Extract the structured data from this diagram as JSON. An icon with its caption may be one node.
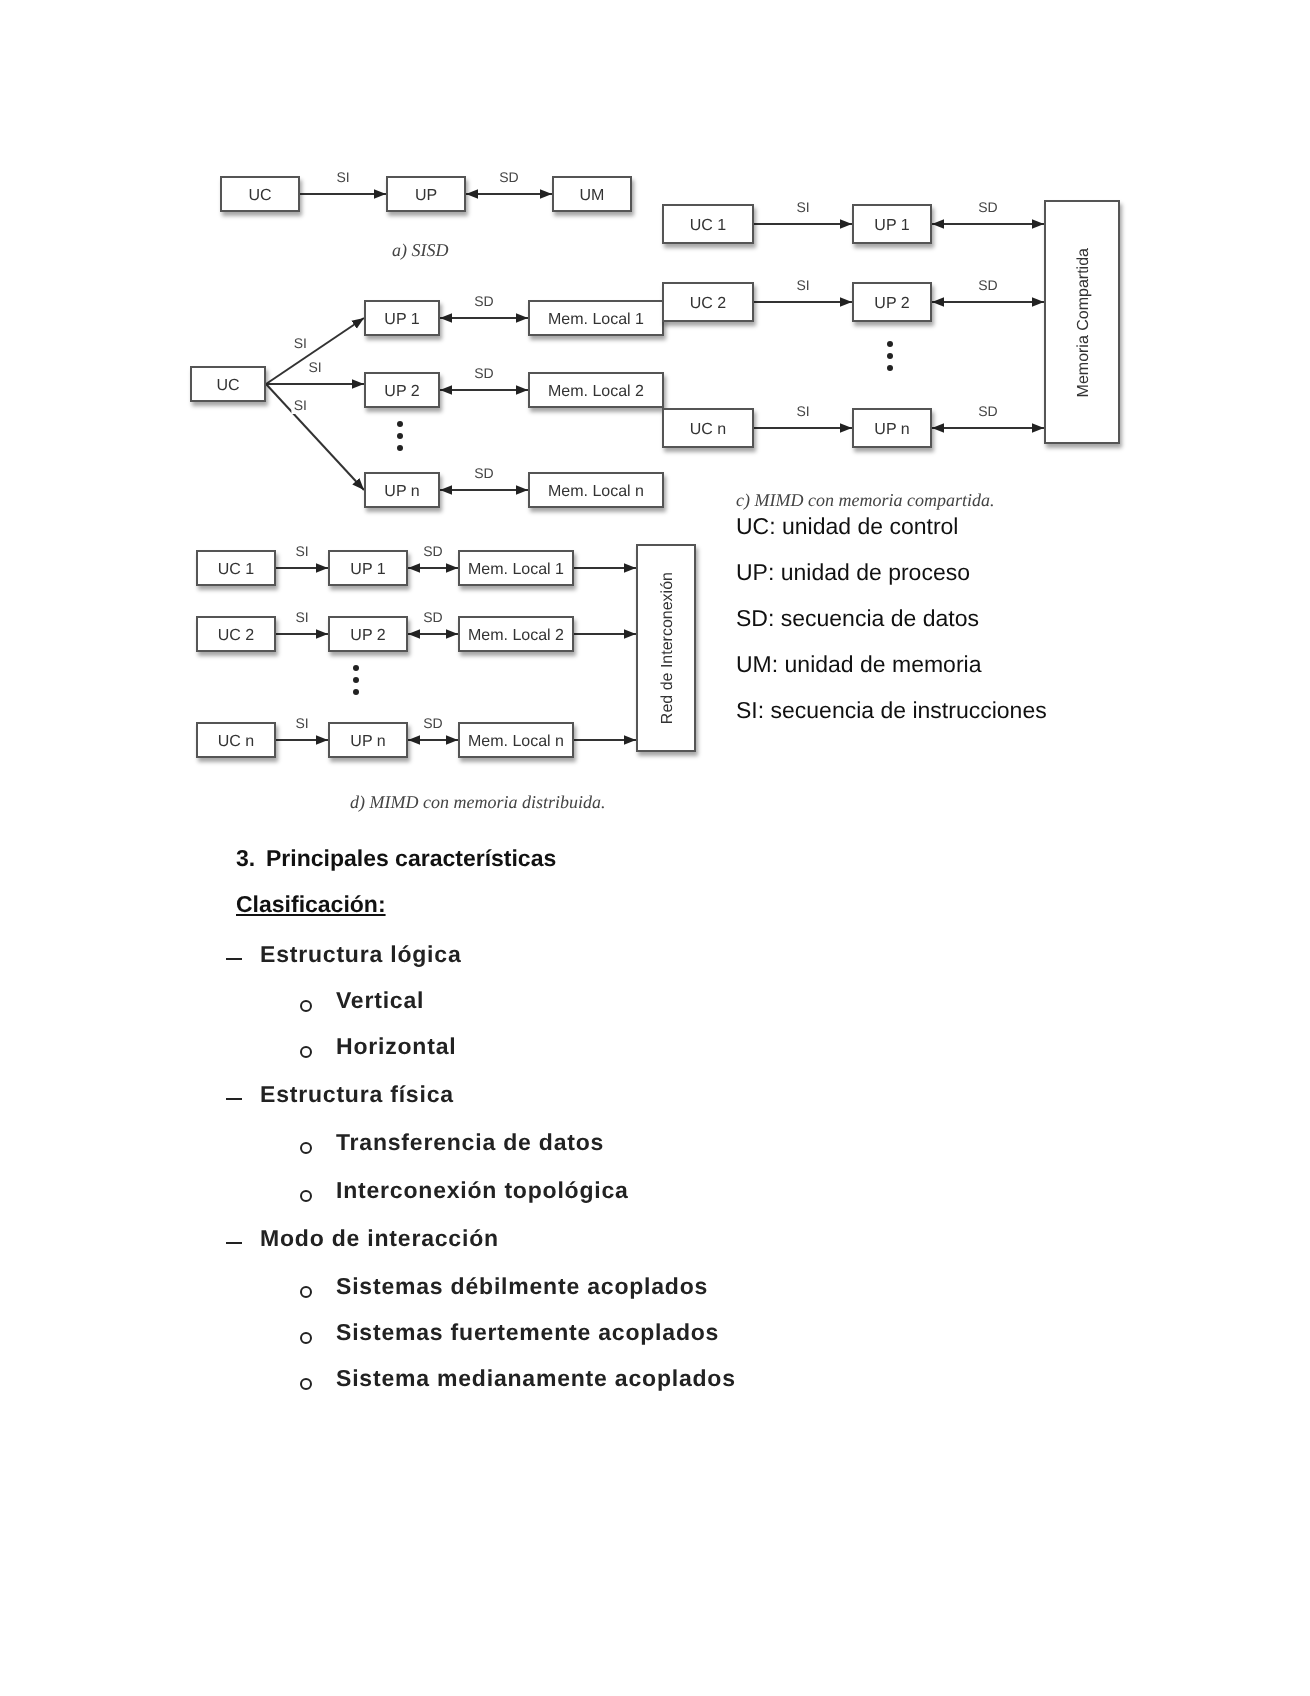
{
  "diagram": {
    "nodes": [
      {
        "text": [
          "UC"
        ]
      },
      {
        "text": [
          "UP"
        ]
      },
      {
        "text": [
          "UM"
        ]
      },
      {
        "text": [
          "UC"
        ]
      },
      {
        "text": [
          "UP 1"
        ]
      },
      {
        "text": [
          "UP 2"
        ]
      },
      {
        "text": [
          "UP n"
        ]
      },
      {
        "text": [
          "Mem. Local 1"
        ]
      },
      {
        "text": [
          "Mem. Local 2"
        ]
      },
      {
        "text": [
          "Mem. Local n"
        ]
      },
      {
        "text": [
          "UC 1"
        ]
      },
      {
        "text": [
          "UP 1"
        ]
      },
      {
        "text": [
          "UC 2"
        ]
      },
      {
        "text": [
          "UP 2"
        ]
      },
      {
        "text": [
          "UC n"
        ]
      },
      {
        "text": [
          "UP n"
        ]
      },
      {
        "text": [
          "Memoria Compartida"
        ]
      },
      {
        "text": [
          "UC 1"
        ]
      },
      {
        "text": [
          "UP 1"
        ]
      },
      {
        "text": [
          "Mem. Local 1"
        ]
      },
      {
        "text": [
          "UC 2"
        ]
      },
      {
        "text": [
          "UP 2"
        ]
      },
      {
        "text": [
          "Mem. Local 2"
        ]
      },
      {
        "text": [
          "UC n"
        ]
      },
      {
        "text": [
          "UP n"
        ]
      },
      {
        "text": [
          "Mem. Local n"
        ]
      },
      {
        "text": [
          "Red de Interconexión"
        ]
      }
    ],
    "edges": [
      {
        "from": 0,
        "to": 1,
        "arrow": "to",
        "label": "SI"
      },
      {
        "from": 1,
        "to": 2,
        "arrow": "both",
        "label": "SD"
      },
      {
        "from": 3,
        "to": 4,
        "arrow": "to",
        "label": "SI"
      },
      {
        "from": 3,
        "to": 5,
        "arrow": "to",
        "label": "SI"
      },
      {
        "from": 3,
        "to": 6,
        "arrow": "to",
        "label": "SI"
      },
      {
        "from": 4,
        "to": 7,
        "arrow": "both",
        "label": "SD"
      },
      {
        "from": 5,
        "to": 8,
        "arrow": "both",
        "label": "SD"
      },
      {
        "from": 6,
        "to": 9,
        "arrow": "both",
        "label": "SD"
      },
      {
        "from": 10,
        "to": 11,
        "arrow": "to",
        "label": "SI"
      },
      {
        "from": 11,
        "to": 16,
        "arrow": "both",
        "label": "SD"
      },
      {
        "from": 12,
        "to": 13,
        "arrow": "to",
        "label": "SI"
      },
      {
        "from": 13,
        "to": 16,
        "arrow": "both",
        "label": "SD"
      },
      {
        "from": 14,
        "to": 15,
        "arrow": "to",
        "label": "SI"
      },
      {
        "from": 15,
        "to": 16,
        "arrow": "both",
        "label": "SD"
      },
      {
        "from": 17,
        "to": 18,
        "arrow": "to",
        "label": "SI"
      },
      {
        "from": 18,
        "to": 19,
        "arrow": "both",
        "label": "SD"
      },
      {
        "from": 19,
        "to": 26,
        "arrow": "to"
      },
      {
        "from": 20,
        "to": 21,
        "arrow": "to",
        "label": "SI"
      },
      {
        "from": 21,
        "to": 22,
        "arrow": "both",
        "label": "SD"
      },
      {
        "from": 22,
        "to": 26,
        "arrow": "to"
      },
      {
        "from": 23,
        "to": 24,
        "arrow": "to",
        "label": "SI"
      },
      {
        "from": 24,
        "to": 25,
        "arrow": "both",
        "label": "SD"
      },
      {
        "from": 25,
        "to": 26,
        "arrow": "to"
      }
    ],
    "labels": [
      "a) SISD",
      "c) MIMD con memoria compartida.",
      "UC: unidad de control",
      "UP: unidad de proceso",
      "SD: secuencia de datos",
      "UM: unidad de memoria",
      "SI: secuencia de instrucciones",
      "d) MIMD con memoria distribuida.",
      "3.",
      "Principales características",
      "Clasificación:",
      "Estructura lógica",
      "Vertical",
      "Horizontal",
      "Estructura física",
      "Transferencia de datos",
      "Interconexión topológica",
      "Modo de interacción",
      "Sistemas débilmente acoplados",
      "Sistemas fuertemente acoplados",
      "Sistema medianamente acoplados"
    ]
  }
}
